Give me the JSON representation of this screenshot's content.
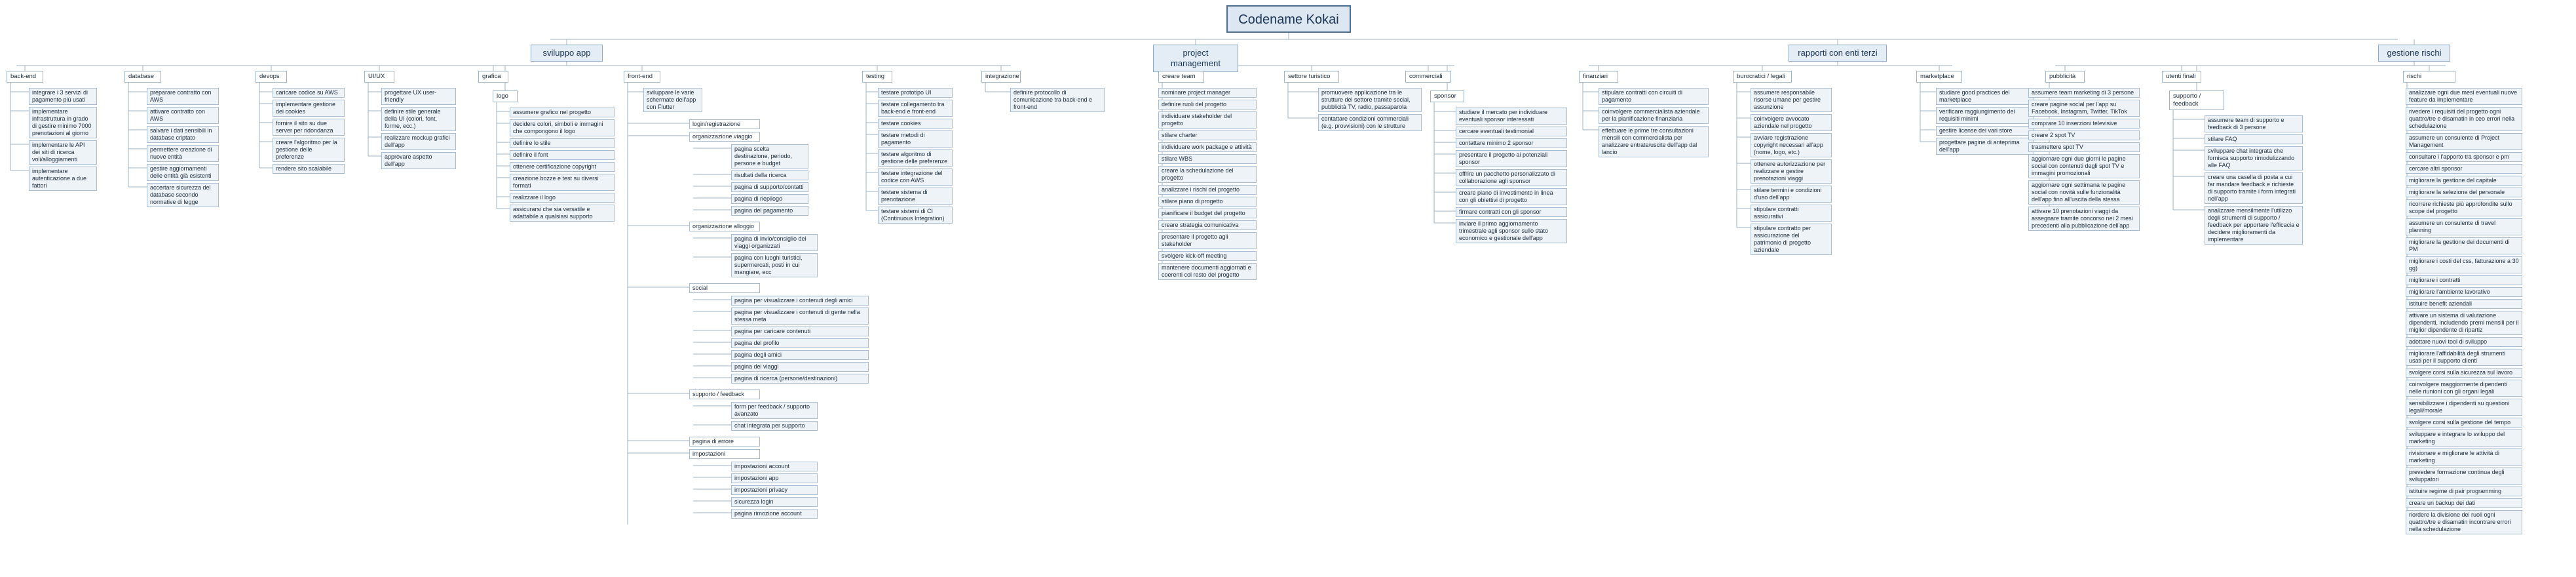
{
  "title": "Codename Kokai",
  "branches": [
    {
      "label": "sviluppo app",
      "children": [
        {
          "label": "back-end",
          "items": [
            "integrare i 3 servizi di pagamento più usati",
            "implementare infrastruttura in grado di gestire minimo 7000 prenotazioni al giorno",
            "implementare le API dei siti di ricerca voli/alloggiamenti",
            "implementare autenticazione a due fattori"
          ]
        },
        {
          "label": "database",
          "items": [
            "preparare contratto con AWS",
            "attivare contratto con AWS",
            "salvare i dati sensibili in database criptato",
            "permettere creazione di nuove entità",
            "gestire aggiornamenti delle entità già esistenti",
            "accertare sicurezza del database secondo normative di legge"
          ]
        },
        {
          "label": "devops",
          "items": [
            "caricare codice su AWS",
            "implementare gestione dei cookies",
            "fornire il sito su due server per ridondanza",
            "creare l'algoritmo per la gestione delle preferenze",
            "rendere sito scalabile"
          ]
        },
        {
          "label": "UI/UX",
          "items": [
            "progettare UX user-friendly",
            "definire stile generale della UI (colori, font, forme, ecc.)",
            "realizzare mockup grafici dell'app",
            "approvare aspetto dell'app"
          ]
        },
        {
          "label": "grafica",
          "items": []
        },
        {
          "label": "logo",
          "items": [
            "assumere grafico nel progetto",
            "decidere colori, simboli e immagini che compongono il logo",
            "definire lo stile",
            "definire il font",
            "ottenere certificazione copyright",
            "creazione bozze e test su diversi formati",
            "realizzare il logo",
            "assicurarsi che sia versatile e adattabile a qualsiasi supporto"
          ]
        },
        {
          "label": "front-end",
          "items": [
            "sviluppare le varie schermate dell'app con Flutter"
          ],
          "groups": [
            {
              "label": "login/registrazione",
              "items": []
            },
            {
              "label": "organizzazione viaggio",
              "items": [
                "pagina scelta destinazione, periodo, persone e budget",
                "risultati della ricerca",
                "pagina di supporto/contatti",
                "pagina di riepilogo",
                "pagina del pagamento"
              ]
            },
            {
              "label": "organizzazione alloggio",
              "items": [
                "pagina di invio/consiglio dei viaggi organizzati",
                "pagina con luoghi turistici, supermercati, posti in cui mangiare, ecc"
              ]
            },
            {
              "label": "social",
              "items": [
                "pagina per visualizzare i contenuti degli amici",
                "pagina per visualizzare i contenuti di gente nella stessa meta",
                "pagina per caricare contenuti",
                "pagina del profilo",
                "pagina degli amici",
                "pagina dei viaggi",
                "pagina di ricerca (persone/destinazioni)"
              ]
            },
            {
              "label": "supporto / feedback",
              "items": [
                "form per feedback / supporto avanzato",
                "chat integrata per supporto"
              ]
            },
            {
              "label": "pagina di errore",
              "items": []
            },
            {
              "label": "impostazioni",
              "items": [
                "impostazioni account",
                "impostazioni app",
                "impostazioni privacy",
                "sicurezza login",
                "pagina rimozione account"
              ]
            }
          ]
        },
        {
          "label": "testing",
          "items": [
            "testare prototipo UI",
            "testare collegamento tra back-end e front-end",
            "testare cookies",
            "testare metodi di pagamento",
            "testare algoritmo di gestione delle preferenze",
            "testare integrazione del codice con AWS",
            "testare sistema di prenotazione",
            "testare sistemi di CI (Continuous Integration)"
          ]
        },
        {
          "label": "integrazione",
          "items": [
            "definire protocollo di comunicazione tra back-end e front-end"
          ]
        }
      ]
    },
    {
      "label": "project management",
      "children": [
        {
          "label": "creare team",
          "items": [
            "nominare project manager",
            "definire ruoli del progetto",
            "individuare stakeholder del progetto",
            "stilare charter",
            "individuare work package e attività",
            "stilare WBS",
            "creare la schedulazione del progetto",
            "analizzare i rischi del progetto",
            "stilare piano di progetto",
            "pianificare il budget del progetto",
            "creare strategia comunicativa",
            "presentare il progetto agli stakeholder",
            "svolgere kick-off meeting",
            "mantenere documenti aggiornati e coerenti col resto del progetto"
          ]
        },
        {
          "label": "settore turistico",
          "items": [
            "promuovere applicazione tra le strutture del settore tramite social, pubblicità TV, radio, passaparola",
            "contattare condizioni commerciali (e.g. provvisioni) con le strutture"
          ]
        },
        {
          "label": "commerciali",
          "items": []
        },
        {
          "label": "sponsor",
          "items": [
            "studiare il mercato per individuare eventuali sponsor interessati",
            "cercare eventuali testimonial",
            "contattare minimo 2 sponsor",
            "presentare il progetto ai potenziali sponsor",
            "offrire un pacchetto personalizzato di collaborazione agli sponsor",
            "creare piano di investimento in linea con gli obiettivi di progetto",
            "firmare contratti con gli sponsor",
            "inviare il primo aggiornamento trimestrale agli sponsor sullo stato economico e gestionale dell'app"
          ]
        }
      ]
    },
    {
      "label": "rapporti con enti terzi",
      "children": [
        {
          "label": "finanziari",
          "items": [
            "stipulare contratti con circuiti di pagamento",
            "coinvolgere commercialista aziendale per la pianificazione finanziaria",
            "effettuare le prime tre consultazioni mensili con commercialista per analizzare entrate/uscite dell'app dal lancio"
          ]
        },
        {
          "label": "burocratici / legali",
          "items": [
            "assumere responsabile risorse umane per gestire assunzione",
            "coinvolgere avvocato aziendale nel progetto",
            "avviare registrazione copyright necessari all'app (nome, logo, etc.)",
            "ottenere autorizzazione per realizzare e gestire prenotazioni viaggi",
            "stilare termini e condizioni d'uso dell'app",
            "stipulare contratti assicurativi",
            "stipulare contratto per assicurazione del patrimonio di progetto aziendale"
          ]
        },
        {
          "label": "marketplace",
          "items": [
            "studiare good practices del marketplace",
            "verificare raggiungimento dei requisiti minimi",
            "gestire license dei vari store",
            "progettare pagine di anteprima dell'app"
          ]
        }
      ]
    },
    {
      "label": "gestione rischi",
      "children": [
        {
          "label": "pubblicità",
          "items": [
            "assumere team marketing di 3 persone",
            "creare pagine social per l'app su Facebook, Instagram, Twitter, TikTok",
            "comprare 10 inserzioni televisive",
            "creare 2 spot TV",
            "trasmettere spot TV",
            "aggiornare ogni due giorni le pagine social con contenuti degli spot TV e immagini promozionali",
            "aggiornare ogni settimana le pagine social con novità sulle funzionalità dell'app fino all'uscita della stessa",
            "attivare 10 prenotazioni viaggi da assegnare tramite concorso nei 2 mesi precedenti alla pubblicazione dell'app"
          ]
        },
        {
          "label": "utenti finali",
          "items": []
        },
        {
          "label": "supporto / feedback",
          "items": [
            "assumere team di supporto e feedback di 3 persone",
            "stilare FAQ",
            "sviluppare chat integrata che fornisca supporto rimodulizzando alle FAQ",
            "creare una casella di posta a cui far mandare feedback e richieste di supporto tramite i form integrati nell'app",
            "analizzare mensilmente l'utilizzo degli strumenti di supporto / feedback per apportare l'efficacia e decidere miglioramenti da implementare"
          ]
        },
        {
          "label": "rischi",
          "items": [
            "analizzare ogni due mesi eventuali nuove feature da implementare",
            "rivedere i requisiti del progetto ogni quattro/tre e disamatin in ceo errori nella schedulazione",
            "assumere un consulente di Project Management",
            "consultare i l'apporto tra sponsor e pm",
            "cercare altri sponsor",
            "migliorare la gestione del capitale",
            "migliorare la selezione del personale",
            "ricorrere richieste più approfondite sullo scope del progetto",
            "assumere un consulente di travel planning",
            "migliorare la gestione dei documenti di PM",
            "migliorare i costi del css, fatturazione a 30 gg)",
            "migliorare i contratti",
            "migliorare l'ambiente lavorativo",
            "istituire benefit aziendali",
            "attivare un sistema di valutazione dipendenti, includendo premi mensili per il miglior dipendente di ripartiz",
            "adottare nuovi tool di sviluppo",
            "migliorare l'affidabilità degli strumenti usati per il supporto clienti",
            "svolgere corsi sulla sicurezza sul lavoro",
            "coinvolgere maggiormente dipendenti nelle riunioni con gli organi legali",
            "sensibilizzare i dipendenti su questioni legali/morale",
            "svolgere corsi sulla gestione del tempo",
            "sviluppare e integrare lo sviluppo del marketing",
            "rivisionare e migliorare le attività di marketing",
            "prevedere formazione continua degli sviluppatori",
            "istituire regime di pair programming",
            "creare un backup dei dati",
            "riordere la divisione dei ruoli ogni quattro/tre e disamatin incontrare errori nella schedulazione"
          ]
        }
      ]
    }
  ]
}
